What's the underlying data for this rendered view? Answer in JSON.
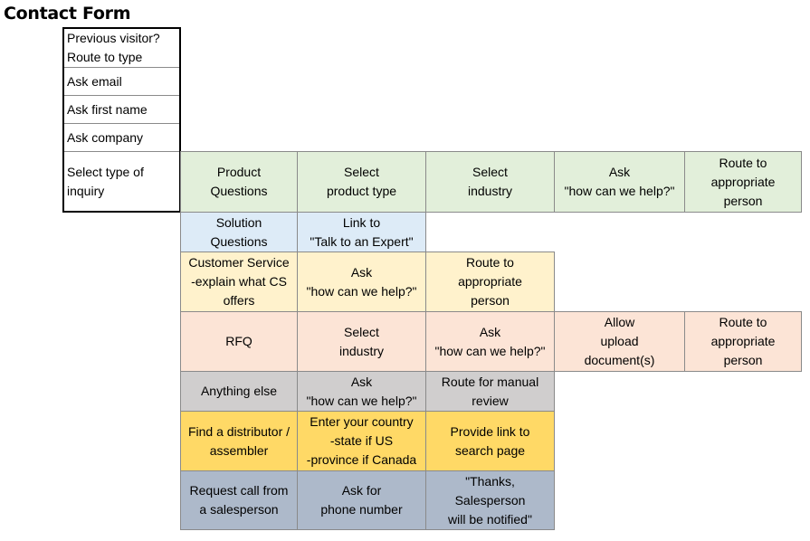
{
  "title": "Contact Form",
  "steps": [
    "Previous visitor?\nRoute to type",
    "Ask email",
    "Ask first name",
    "Ask company",
    "Select type of\ninquiry"
  ],
  "rows": [
    {
      "color": "#e2efda",
      "cells": [
        "Product\nQuestions",
        "Select\nproduct type",
        "Select\nindustry",
        "Ask\n\"how can we help?\"",
        "Route to\nappropriate\nperson"
      ]
    },
    {
      "color": "#ddebf7",
      "cells": [
        "Solution\nQuestions",
        "Link to\n\"Talk to an Expert\""
      ]
    },
    {
      "color": "#fff2cc",
      "cells": [
        "Customer Service\n-explain what CS\noffers",
        "Ask\n\"how can we help?\"",
        "Route to\nappropriate\nperson"
      ]
    },
    {
      "color": "#fce4d6",
      "cells": [
        "RFQ",
        "Select\nindustry",
        "Ask\n\"how can we help?\"",
        "Allow\nupload\ndocument(s)",
        "Route to\nappropriate\nperson"
      ]
    },
    {
      "color": "#d0cece",
      "cells": [
        "Anything else",
        "Ask\n\"how can we help?\"",
        "Route for manual\nreview"
      ]
    },
    {
      "color": "#ffd966",
      "cells": [
        "Find a distributor /\nassembler",
        "Enter your country\n-state if US\n-province if Canada",
        "Provide link to\nsearch page"
      ]
    },
    {
      "color": "#adb9ca",
      "cells": [
        "Request call from\na salesperson",
        "Ask for\nphone number",
        "\"Thanks, Salesperson\nwill be notified\""
      ]
    }
  ]
}
